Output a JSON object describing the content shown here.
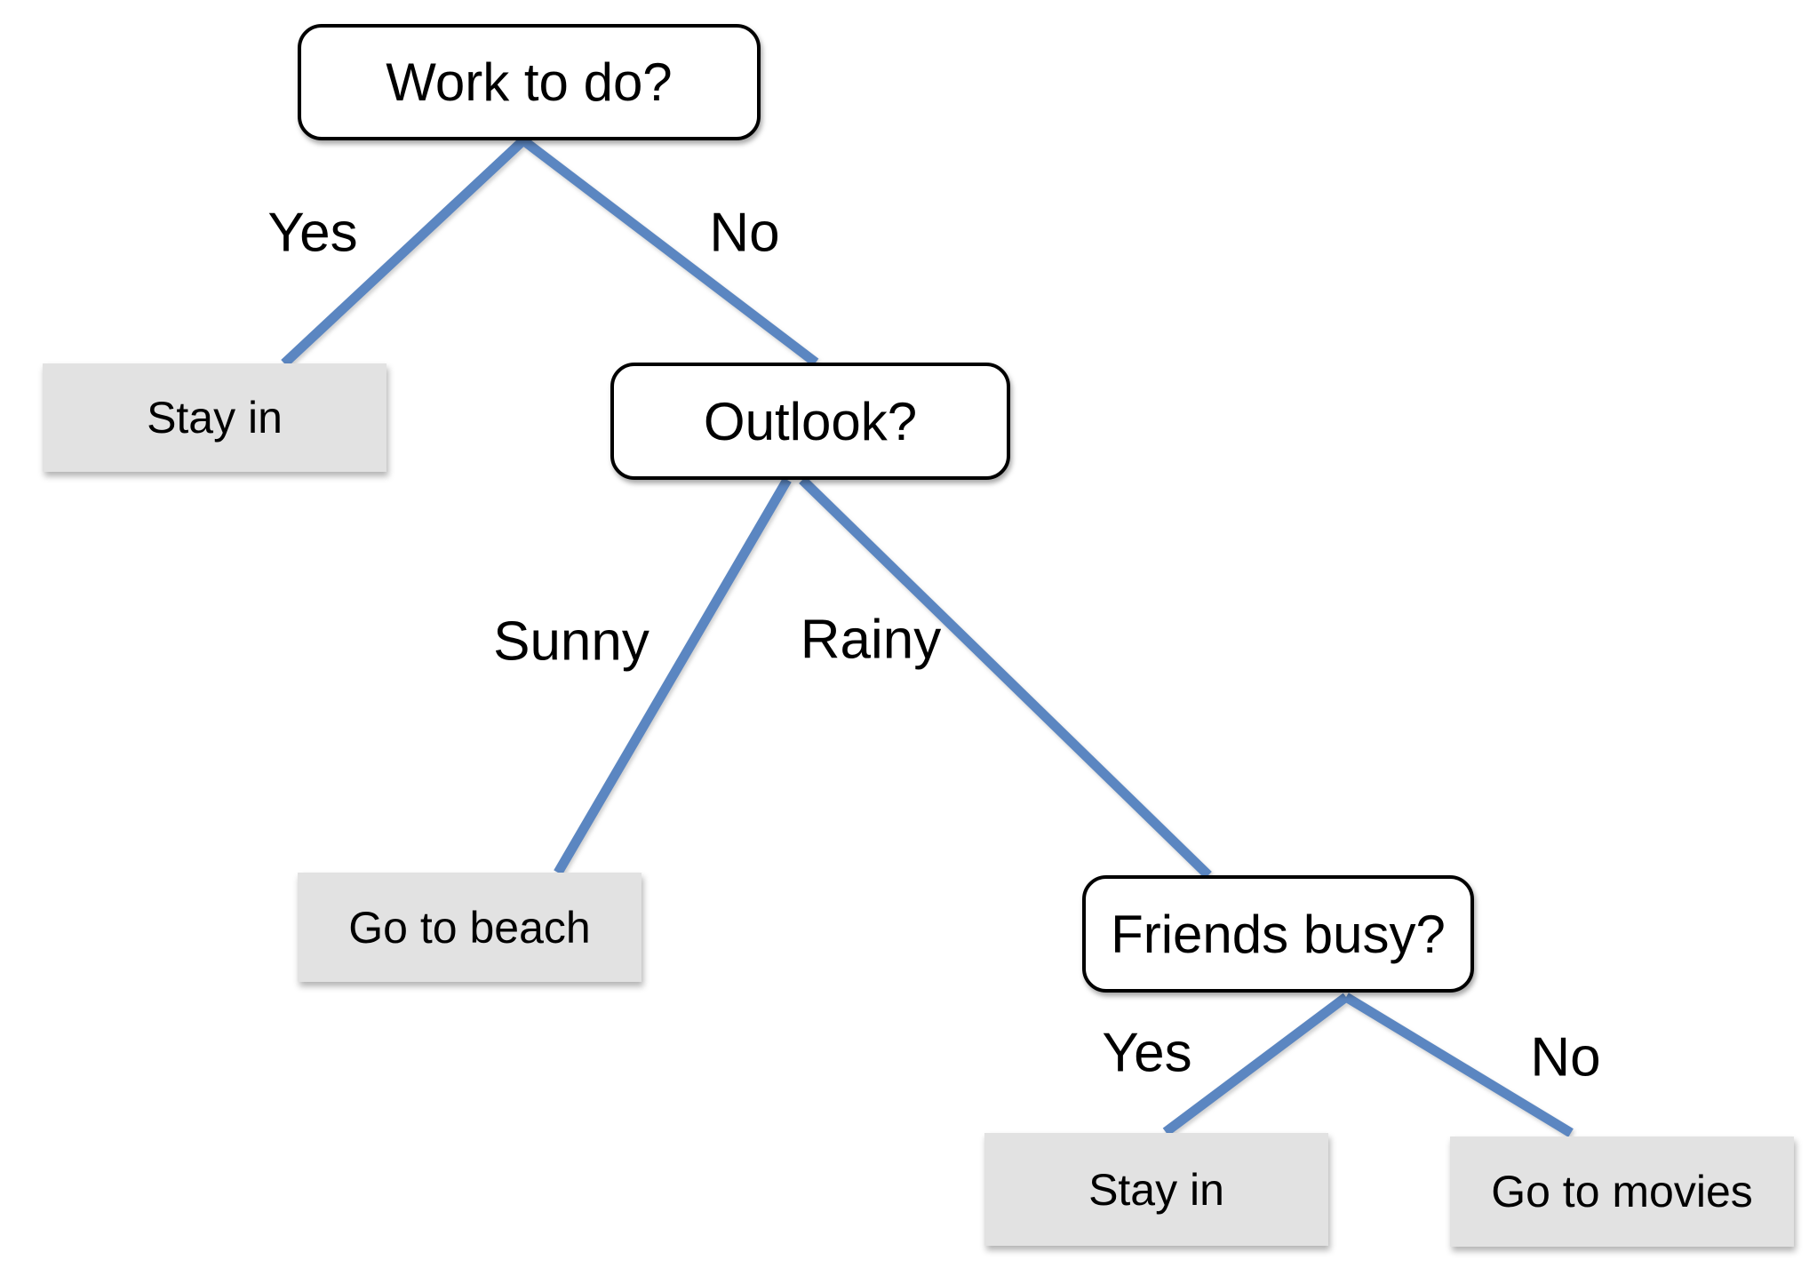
{
  "diagram_type": "decision-tree",
  "nodes": {
    "work_to_do": {
      "label": "Work to do?",
      "type": "decision"
    },
    "stay_in_1": {
      "label": "Stay in",
      "type": "leaf"
    },
    "outlook": {
      "label": "Outlook?",
      "type": "decision"
    },
    "go_to_beach": {
      "label": "Go to beach",
      "type": "leaf"
    },
    "friends_busy": {
      "label": "Friends busy?",
      "type": "decision"
    },
    "stay_in_2": {
      "label": "Stay in",
      "type": "leaf"
    },
    "go_to_movies": {
      "label": "Go to movies",
      "type": "leaf"
    }
  },
  "edges": {
    "root_yes": {
      "from": "work_to_do",
      "to": "stay_in_1",
      "label": "Yes"
    },
    "root_no": {
      "from": "work_to_do",
      "to": "outlook",
      "label": "No"
    },
    "outlook_sunny": {
      "from": "outlook",
      "to": "go_to_beach",
      "label": "Sunny"
    },
    "outlook_rainy": {
      "from": "outlook",
      "to": "friends_busy",
      "label": "Rainy"
    },
    "friends_yes": {
      "from": "friends_busy",
      "to": "stay_in_2",
      "label": "Yes"
    },
    "friends_no": {
      "from": "friends_busy",
      "to": "go_to_movies",
      "label": "No"
    }
  },
  "colors": {
    "background": "#FFFFFF",
    "connector": "#5B86C1",
    "decision_fill": "#FFFFFF",
    "decision_border": "#000000",
    "leaf_fill": "#E2E2E2",
    "text": "#000000"
  }
}
